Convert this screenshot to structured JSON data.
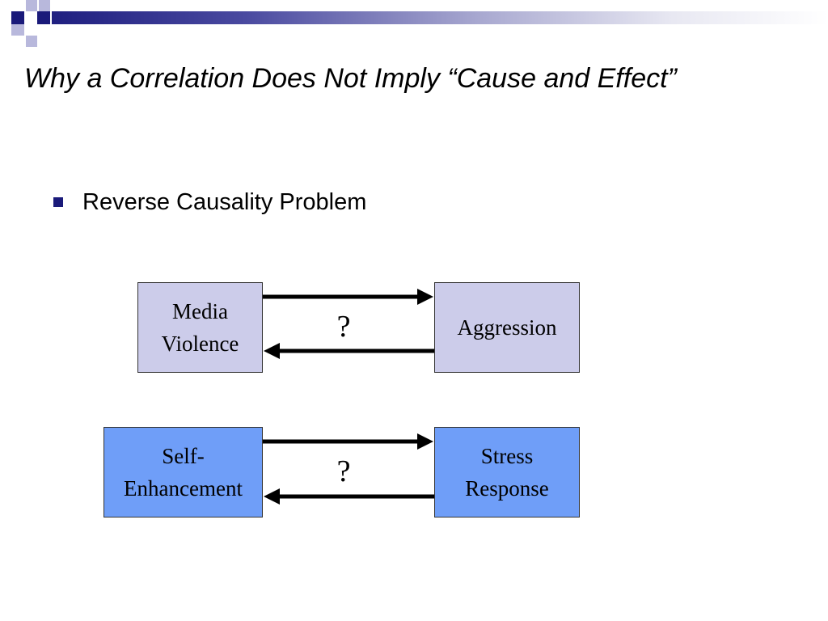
{
  "slide": {
    "title": "Why a Correlation Does Not Imply “Cause and Effect”",
    "bullet": "Reverse Causality Problem"
  },
  "diagrams": [
    {
      "left_box": "Media\nViolence",
      "right_box": "Aggression",
      "question": "?",
      "box_color": "#ccccea"
    },
    {
      "left_box": "Self-\nEnhancement",
      "right_box": "Stress\nResponse",
      "question": "?",
      "box_color": "#6f9ef8"
    }
  ],
  "colors": {
    "accent_navy": "#1a1a7a",
    "arrow": "#000000"
  }
}
